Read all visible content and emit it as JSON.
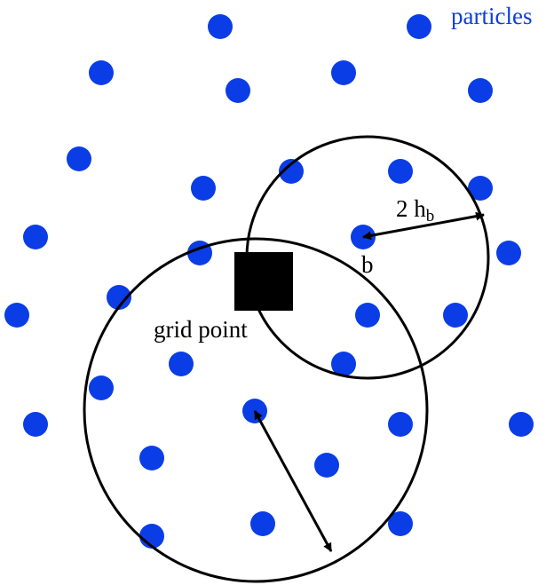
{
  "labels": {
    "particles": "particles",
    "grid_point": "grid point",
    "particle_b": "b",
    "radius_prefix": "2 h",
    "radius_subscript": "b"
  },
  "colors": {
    "particle": "#0b3de6",
    "particles_label": "#0b3de6",
    "stroke": "#000000",
    "grid_point": "#000000",
    "background": "#ffffff"
  },
  "icons": {
    "grid_point": "filled-square",
    "particle": "filled-circle"
  }
}
